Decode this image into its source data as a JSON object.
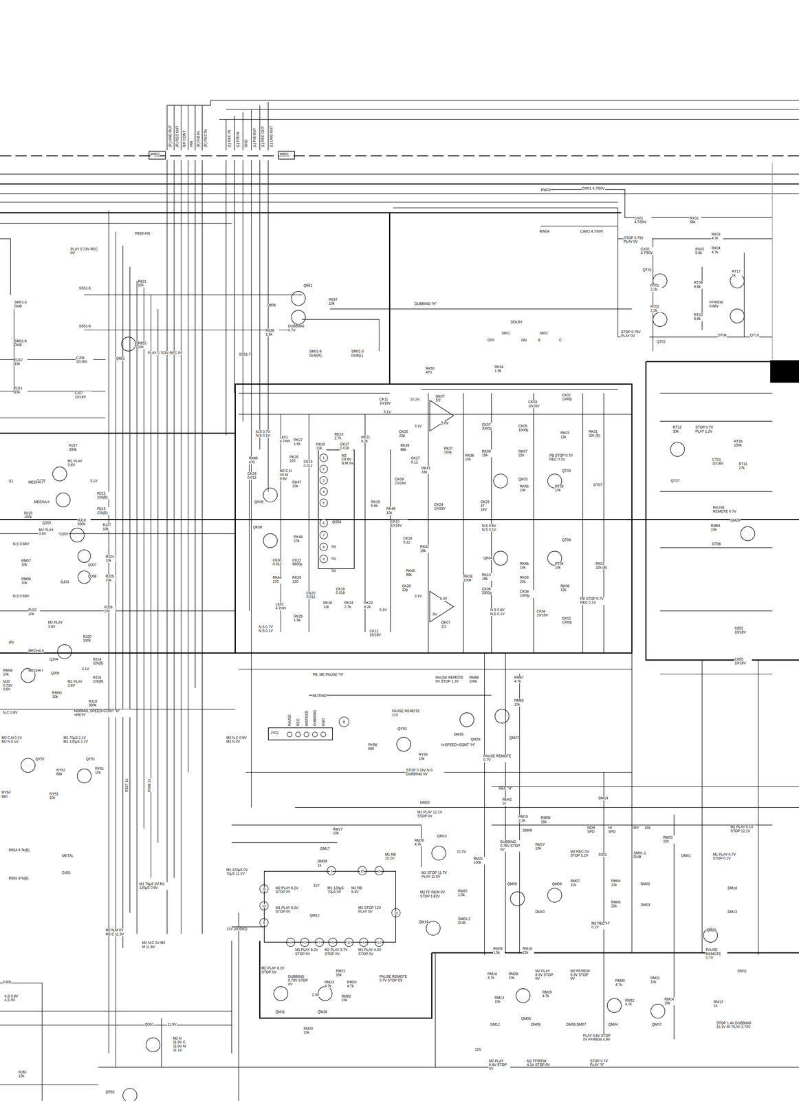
{
  "diagram": {
    "nodes": [
      {
        "text": [
          "W602"
        ]
      },
      {
        "text": [
          "W601"
        ]
      },
      {
        "text": [
          "JY02"
        ]
      },
      {
        "text": [
          "QS54"
        ]
      },
      {
        "text": [
          "QM12"
        ]
      }
    ],
    "labels": [
      "(R) LINE OUT",
      "(R) REC OUT",
      "R/P CONT",
      "V66",
      "(R) P/B IN",
      "(R) REC IN",
      "(L) REC IN",
      "(L) P/B IN",
      "GND",
      "(L) P/B OUT",
      "(L) REC OUT",
      "(L) LINE OUT",
      "PAUSE",
      "REC",
      "HISPEED",
      "DUBBING",
      "GND",
      "B",
      "RW03",
      "CW01 4.7/50V",
      "RW04",
      "CW02 4.7/50V",
      "R633 47k",
      "PLAY 0.73V REC 0V",
      "SM01-3 DUB",
      "SS51-5",
      "Q651",
      "R631 10k",
      "Q606",
      "R637 10k",
      "DUBBING \"H\"",
      "R636 1.5k",
      "DUBBING 0.7V",
      "SM01-6 DUB(R)",
      "SM01-3 DUB(L)",
      "SS51-6",
      "R652 10k",
      "PLAY 0.703V REC 0V",
      "Q652",
      "SS51-7",
      "SM01-6 DUB",
      "RJ12 15k",
      "CJ08 10/16V",
      "RJ11 15k",
      "CJ07 10/16V",
      "DOLBY",
      "S601",
      "S602",
      "OFF",
      "ON",
      "B",
      "C",
      "RK50 470",
      "RK34 1.5k",
      "CX01 4.7/50V",
      "RX01 56k",
      "STOP 0.75V PLAY 0V",
      "CX02 4.7/50V",
      "RX02 5.6k",
      "RX03 4.7k",
      "RX04 4.7k",
      "QT01",
      "RT01 2.2k",
      "RT02 2.2k",
      "RT09 6.8k",
      "RT20 6.8k",
      "RT17 1k",
      "FF/REW 0.68V",
      "STOP 0.75V PLAY 0V",
      "QT02",
      "DT08",
      "QT10",
      "CK11 10/16V",
      "10.2V",
      "QK07 1/2",
      "5.1V",
      "3.1V",
      "5.0V",
      "CK25 22p",
      "RK39 68k",
      "CK27 0.12",
      "RK41 18k",
      "RK37 100k",
      "RK36 10k",
      "CK03 10/16V",
      "CK01 1000p",
      "RK01 22k (B)",
      "CK07 3300p",
      "CK05 1000p",
      "RK09 15k",
      "RK07 22k",
      "RK03 12k",
      "PB STOP 0.7V REC 0.1V",
      "QK03",
      "QT03",
      "RK45 10k",
      "RT03 10k",
      "DT07",
      "LK01 4.7mH",
      "RK27 1.5k",
      "RK23 2.7k",
      "RK21 8.2k",
      "RK20 12k",
      "CK17 0.018",
      "RK43 470",
      "RK29 220",
      "CK15 0.012",
      "M2 C9.6V N,M 0V",
      "N,S 0.7V N,S 0.1V",
      "M2 C,N 0V M 9.9V",
      "RK47 10k",
      "CK29 0.012",
      "QK05",
      "RK19 5.6k",
      "CK09 10/16V",
      "RK49 10k",
      "CK24 10/16V",
      "CK23 47 16V",
      "QK06",
      "RK48 10k",
      "CK30 0.012",
      "CK22 6800p",
      "RK44 270",
      "RK30 220",
      "CK20 0.012",
      "CK18 0.018",
      "RK26 12k",
      "RK24 2.7k",
      "RK22 8.2k",
      "RK25 1.5k",
      "LK02 4.7mH",
      "N,S 0.7V N,S 0.1V",
      "CK10 10/16V",
      "CK28 0.12",
      "RK42 18k",
      "RK40 68k",
      "CK26 22p",
      "3.1V",
      "5.0V",
      "5.1V",
      "0V",
      "QK07 2/2",
      "CK12 10/16V",
      "N,S 0.8V N,S 0.1V",
      "QK04",
      "RK38 100k",
      "RK10 18k",
      "RK46 10k",
      "RK08 22k",
      "CK06 3300p",
      "CK08 1000p",
      "QT04",
      "RT04 10k",
      "RK02 22k (B)",
      "RK06 12k",
      "PB STOP 0.7V REC 0.1V",
      "CK04 10/16V",
      "CK02 1000p",
      "N.S 0.8V N,S 0.1V",
      "M1 PLAY 3.6V",
      "RJ17 330k",
      "QJ05",
      "3.1V",
      "(L)",
      "MECHA I",
      "MECHA II",
      "RJ15 22k(B)",
      "RJ13 22k(B)",
      "RJ10 100k",
      "M2 PLAY 3.6V",
      "QJ03",
      "RJ19 330k",
      "DJ02",
      "RJ27 10k",
      "N,S 0.69V",
      "RM07 10k",
      "QJ07",
      "RJ24 10k",
      "QJ08",
      "RJ25 10k",
      "RM08 10k",
      "DJ03",
      "N,S 0.69V",
      "RJ22 10k",
      "RJ26 22k",
      "M2 PLAY 3.6V",
      "RJ20 330k",
      "(R)",
      "MECHA II",
      "RJ14 22k(B)",
      "QJ04",
      "MECHA I",
      "QJ06",
      "3.1V",
      "RJ16 22k(B)",
      "RM06 10k",
      "RJ18 330k",
      "RM30 10k",
      "M1 PLAY 3.6V",
      "M20 0.73V 0.5V",
      "N,C 0.8V",
      "NORMAL SPEED+CONT \"H\" +PB\"H\"",
      "PB, ME PAUSE \"H\"",
      "MUTING",
      "PAUSE REMOTE 0V STOP 1.2V",
      "RM68 100k",
      "RM67 4.7k",
      "RM63 10k",
      "PAUSE REMOTE 11V",
      "QY53",
      "DM26",
      "QM28",
      "QM27",
      "RY56 680",
      "RY55 10k",
      "N-SPEED+CONT \"H\"",
      "PAUSE REMOTE 0.7V",
      "STOP 0.74V N,S DUBBING 0V",
      "M2 C,N 0.1V M2 N 0.1V",
      "M1 70μS 2.1V M1 120μS 2.1V",
      "M2 N,C 0.8V M2 N 0V",
      "QY52",
      "QY51",
      "RY52 68k",
      "RY51 10k",
      "RY53 10k",
      "RY54 680",
      "R537 1k",
      "R536 1k",
      "R554 4.7k(B)",
      "METAL",
      "CrO2",
      "R555 47k(B)",
      "M2 N,M 0V M2 C 11.3V",
      "M2 N,C 0V M2 M 11.8V",
      "M1 70μS 0V M1 120μS 0.9V",
      "DM25",
      "REC \"H\"",
      "RM42 1k",
      "M2 PLAY 12.1V STOP 0V",
      "RM27 10k",
      "DM17",
      "RM26 4.7k",
      "QM10",
      "12.2V",
      "RM21 100k",
      "M1 RB 10.2V",
      "M1 120μS 0V 70μS 11.2V",
      "RM39 1k",
      "11V",
      "M1 120μS 70μS 0V",
      "M2 RB 5.4V",
      "M2 PLAY 8.2V STOP 0V",
      "M1 PLAY 8.2V STOP 0V",
      "M2 STOP 12V PLAY 0V",
      "M2 STOP 11.7V PLAY 11.5V",
      "M2 FF REW 0V STOP 1.63V",
      "RM20 1.5k",
      "QM19",
      "SM01-2 DUB",
      "12V (AUDIO)",
      "M1 PLAY 8.2V STOP 0V",
      "M2 PLAY 3.7V STOP 0V",
      "M1 PLAY 4.3V STOP 0V",
      "M2 PLAY 8.2V STOP 0V",
      "RM22 15k",
      "RM23 4.7k",
      "RM24 4.7k",
      "RM62 10k",
      "DUBBING 0.78V STOP 0V",
      "2.0V",
      "PAUSE REMOTE 0.7V STOP 0V",
      "QM11",
      "QM26",
      "RM20 10k",
      "DM14",
      "RM19 2.2k",
      "DM09",
      "RM08 15k",
      "DUBBING 0.76V STOP 0V",
      "RM17 10k",
      "QM09",
      "QM08",
      "M2 REC 0V STOP 5.2V",
      "NOR SPD",
      "HI SPD",
      "S302",
      "OFF",
      "ON",
      "SM01-1 DUB",
      "RM03 22k",
      "DM01",
      "M1 PLAY 0.1V STOP 12.1V",
      "M1 PLAY 0.7V STOP 0.1V",
      "RM07 22k",
      "RM04 22k",
      "DM02",
      "RM05 22k",
      "DM03",
      "DM10",
      "M2 REC\"H\" 0.1V",
      "DM18",
      "DM13",
      "QM25",
      "PAUSE REMOTE 0.7V",
      "RM06 1.5k",
      "RM18 22k",
      "RM16 4.7k",
      "RM28 10k",
      "M2 PLAY 8.3V STOP 0V",
      "M2 FF/REW 8.3V STOP 0V",
      "RM30 4.7k",
      "RM31 10k",
      "RM14 10k",
      "QM05",
      "RM29 4.7k",
      "RM13 10k",
      "DM12",
      "DM08",
      "DM06 DM07",
      "RM11 4.7k",
      "QM04",
      "QM07",
      "RM12 1k",
      "STOP 1.4V DUBBING 12.1V M: PLAY 2.72V",
      "PLAY 0.6V STOP 0V FF/REW 4.9V",
      "M2 PLAY 8.4V STOP 0V",
      "M2 FF/REW 4.1V STOP 0V",
      "STOP 0.7V PLAY \"0\"",
      "12V",
      "DM11",
      "RT12 33k",
      "STOP 0.7V PLAY 1.2V",
      "RT16 150k",
      "CT01 10/16V",
      "RT11 27k",
      "QT07",
      "PAUSE REMOTE 0.7V",
      "RM64 10k",
      "QM29",
      "DT06",
      "C852 10/16V",
      "C855 10/16V",
      "PJ05",
      "4,S 0.8V 4,S 0V",
      "QS51",
      "11.9V",
      "M2 N 11.9V C 11.9V M 11.1V",
      "QS52",
      "RJ61 10k",
      "1",
      "2",
      "3",
      "4",
      "5",
      "6",
      "7",
      "8",
      "9",
      "0V",
      "0V",
      "0V",
      "16",
      "13",
      "8",
      "1",
      "15",
      "2",
      "10",
      "4",
      "3",
      "7",
      "5",
      "11",
      "6",
      "12"
    ]
  }
}
